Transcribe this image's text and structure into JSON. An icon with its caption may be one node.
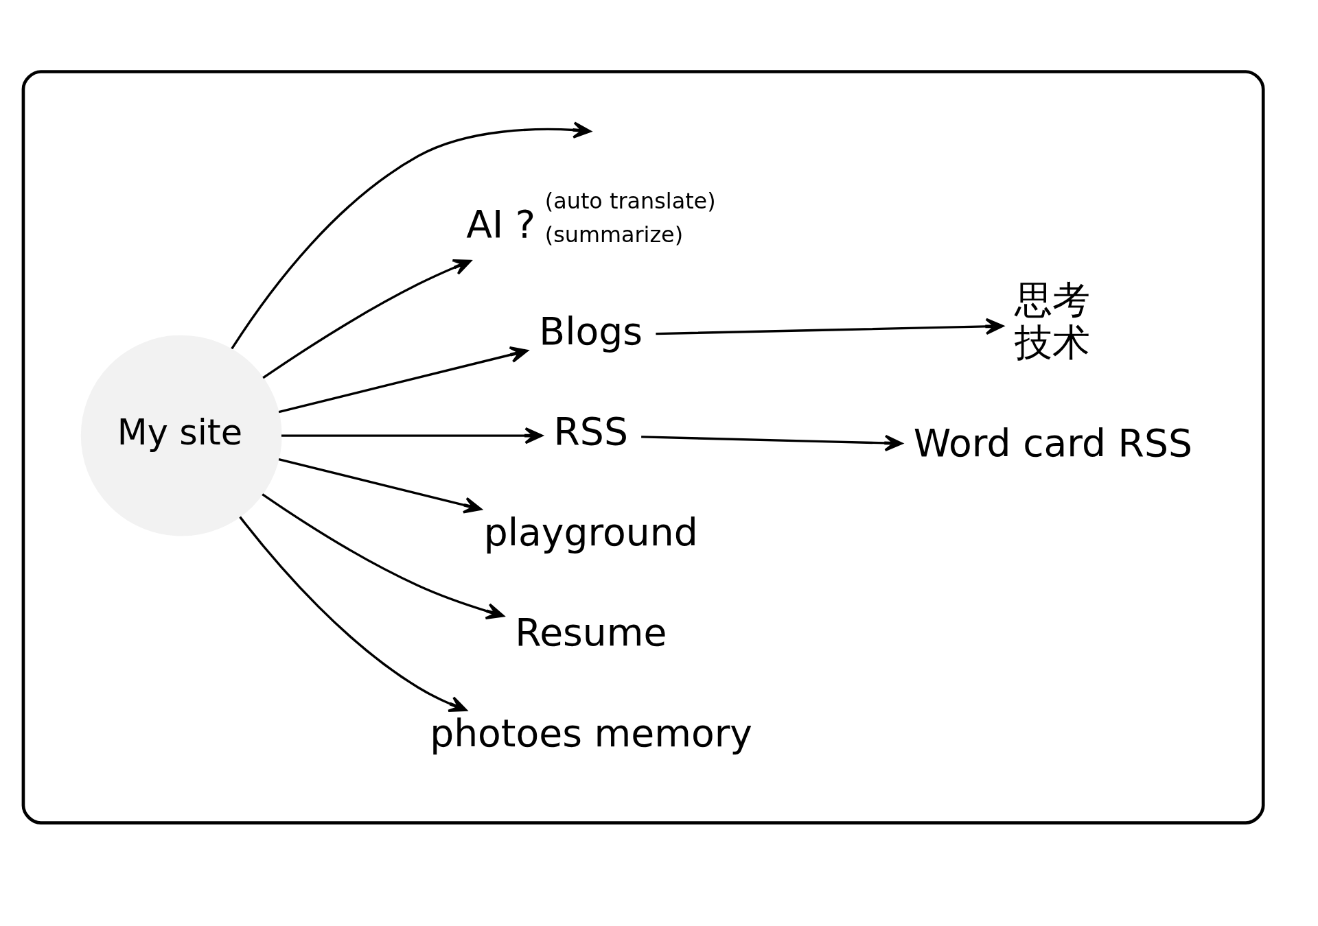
{
  "diagram": {
    "nodes": [
      {
        "text": [],
        "shape": "ellipse"
      },
      {
        "text": [
          "My site"
        ],
        "in": 0
      },
      {
        "text": [
          "AI ?"
        ],
        "in": 0,
        "beside": [
          "(auto translate)",
          "(summarize)"
        ]
      },
      {
        "text": [
          "Blogs"
        ],
        "in": 0
      },
      {
        "text": [
          "思考",
          "技术"
        ],
        "in": 0
      },
      {
        "text": [
          "RSS"
        ],
        "in": 0
      },
      {
        "text": [
          "Word card RSS"
        ],
        "in": 0
      },
      {
        "text": [
          "playground"
        ],
        "in": 0
      },
      {
        "text": [
          "Resume"
        ],
        "in": 0
      },
      {
        "text": [
          "photoes memory"
        ],
        "in": 0
      }
    ],
    "edges": [
      {
        "from": 1,
        "to": null,
        "arrow": "to"
      },
      {
        "from": 1,
        "to": 2,
        "arrow": "to"
      },
      {
        "from": 1,
        "to": 3,
        "arrow": "to"
      },
      {
        "from": 3,
        "to": 4,
        "arrow": "to"
      },
      {
        "from": 1,
        "to": 5,
        "arrow": "to"
      },
      {
        "from": 5,
        "to": 6,
        "arrow": "to"
      },
      {
        "from": 1,
        "to": 7,
        "arrow": "to"
      },
      {
        "from": 1,
        "to": 8,
        "arrow": "to"
      },
      {
        "from": 1,
        "to": 9,
        "arrow": "to"
      }
    ]
  }
}
